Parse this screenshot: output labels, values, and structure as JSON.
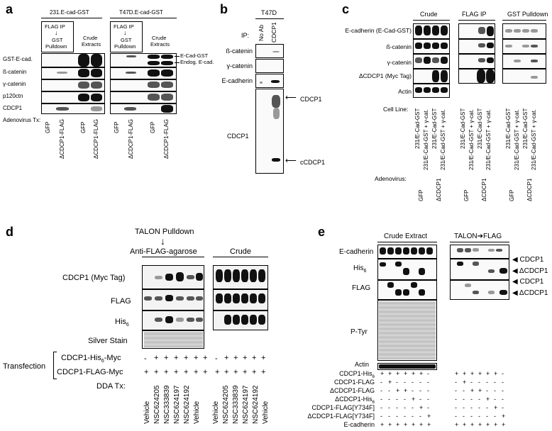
{
  "panels": {
    "a": "a",
    "b": "b",
    "c": "c",
    "d": "d",
    "e": "e"
  },
  "a": {
    "header_231": "231.E-cad-GST",
    "header_t47d": "T47D.E-cad-GST",
    "box_line1": "FLAG IP",
    "box_arrow": "↓",
    "box_line2": "GST",
    "box_line3": "Pulldown",
    "crude_line1": "Crude",
    "crude_line2": "Extracts",
    "rows": [
      "GST-E-cad.",
      "ß-catenin",
      "γ-catenin",
      "p120ctn",
      "CDCP1"
    ],
    "ecad_gst": "E-Cad-GST",
    "endog": "Endog. E-cad.",
    "adeno_label": "Adenovirus Tx:",
    "lanes": [
      "GFP",
      "ΔCDCP1-FLAG",
      "GFP",
      "ΔCDCP1-FLAG",
      "GFP",
      "ΔCDCP1-FLAG",
      "GFP",
      "ΔCDCP1-FLAG"
    ]
  },
  "b": {
    "header": "T47D",
    "ip_label": "IP:",
    "lanes": [
      "No Ab",
      "CDCP1"
    ],
    "rows": [
      "ß-catenin",
      "γ-catenin",
      "E-cadherin"
    ],
    "cdcp1_row": "CDCP1",
    "arrow_cdcp1": "CDCP1",
    "arrow_ccdcp1": "cCDCP1"
  },
  "c": {
    "headers": [
      "Crude",
      "FLAG IP",
      "GST Pulldown"
    ],
    "rows": [
      "E-cadherin (E-Cad-GST)",
      "ß-catenin",
      "γ-catenin",
      "ΔCDCP1 (Myc Tag)",
      "Actin"
    ],
    "cell_line_label": "Cell Line:",
    "lanes": [
      "231/E-Cad-GST",
      "231/E-Cad-GST + γ-cat.",
      "231/E-Cad-GST",
      "231/E-Cad-GST + γ-cat.",
      "231/E-Cad-GST",
      "231/E-Cad-GST + γ-cat.",
      "231/E-Cad-GST",
      "231/E-Cad-GST + γ-cat.",
      "231/E-Cad-GST",
      "231/E-Cad-GST + γ-cat.",
      "231/E-Cad-GST",
      "231/E-Cad-GST + γ-cat."
    ],
    "adeno_label": "Adenovirus:",
    "adeno": [
      "GFP",
      "ΔCDCP1",
      "GFP",
      "ΔCDCP1",
      "GFP",
      "ΔCDCP1"
    ]
  },
  "d": {
    "talon": "TALON Pulldown",
    "arrow": "↓",
    "antiflag": "Anti-FLAG-agarose",
    "crude": "Crude",
    "rows": [
      "CDCP1 (Myc Tag)",
      "FLAG",
      "His6",
      "Silver Stain"
    ],
    "transfection": "Transfection",
    "t_his": "CDCP1-His6-Myc",
    "t_flag": "CDCP1-FLAG-Myc",
    "dda": "DDA Tx:",
    "his_signs": [
      "-",
      "+",
      "+",
      "+",
      "+",
      "+",
      "+",
      "-",
      "+",
      "+",
      "+",
      "+",
      "+",
      "+"
    ],
    "flag_signs": [
      "+",
      "+",
      "+",
      "+",
      "+",
      "+",
      "+",
      "+",
      "+",
      "+",
      "+",
      "+",
      "+",
      "+"
    ],
    "lanes": [
      "Vehicle",
      "NSC624205",
      "NSC333839",
      "NSC624197",
      "NSC624192",
      "Vehicle",
      "Vehicle",
      "NSC624205",
      "NSC333839",
      "NSC624197",
      "NSC624192",
      "Vehicle"
    ]
  },
  "e": {
    "crude": "Crude Extract",
    "talon": "TALON➔FLAG",
    "rows": [
      "E-cadherin",
      "His6",
      "FLAG",
      "P-Tyr",
      "Actin"
    ],
    "right_labels": [
      "CDCP1",
      "ΔCDCP1",
      "CDCP1",
      "ΔCDCP1"
    ],
    "conditions": [
      "CDCP1-His6",
      "CDCP1-FLAG",
      "ΔCDCP1-FLAG",
      "ΔCDCP1-His6",
      "CDCP1-FLAG[Y734F]",
      "ΔCDCP1-FLAG[Y734F]",
      "E-cadherin"
    ],
    "signs_left": [
      [
        "+",
        "+",
        "+",
        "+",
        "+",
        "+",
        "-"
      ],
      [
        "-",
        "+",
        "-",
        "-",
        "-",
        "-",
        "-"
      ],
      [
        "-",
        "-",
        "+",
        "+",
        "-",
        "-",
        "-"
      ],
      [
        "-",
        "-",
        "-",
        "-",
        "+",
        "-",
        "-"
      ],
      [
        "-",
        "-",
        "-",
        "-",
        "-",
        "+",
        "-"
      ],
      [
        "-",
        "-",
        "-",
        "-",
        "-",
        "-",
        "+"
      ],
      [
        "+",
        "+",
        "+",
        "+",
        "+",
        "+",
        "+"
      ]
    ],
    "signs_right": [
      [
        "+",
        "+",
        "+",
        "+",
        "+",
        "+",
        "-"
      ],
      [
        "-",
        "+",
        "-",
        "-",
        "-",
        "-",
        "-"
      ],
      [
        "-",
        "-",
        "+",
        "+",
        "-",
        "-",
        "-"
      ],
      [
        "-",
        "-",
        "-",
        "-",
        "+",
        "-",
        "-"
      ],
      [
        "-",
        "-",
        "-",
        "-",
        "-",
        "+",
        "-"
      ],
      [
        "-",
        "-",
        "-",
        "-",
        "-",
        "-",
        "+"
      ],
      [
        "+",
        "+",
        "+",
        "+",
        "+",
        "+",
        "+"
      ]
    ]
  }
}
